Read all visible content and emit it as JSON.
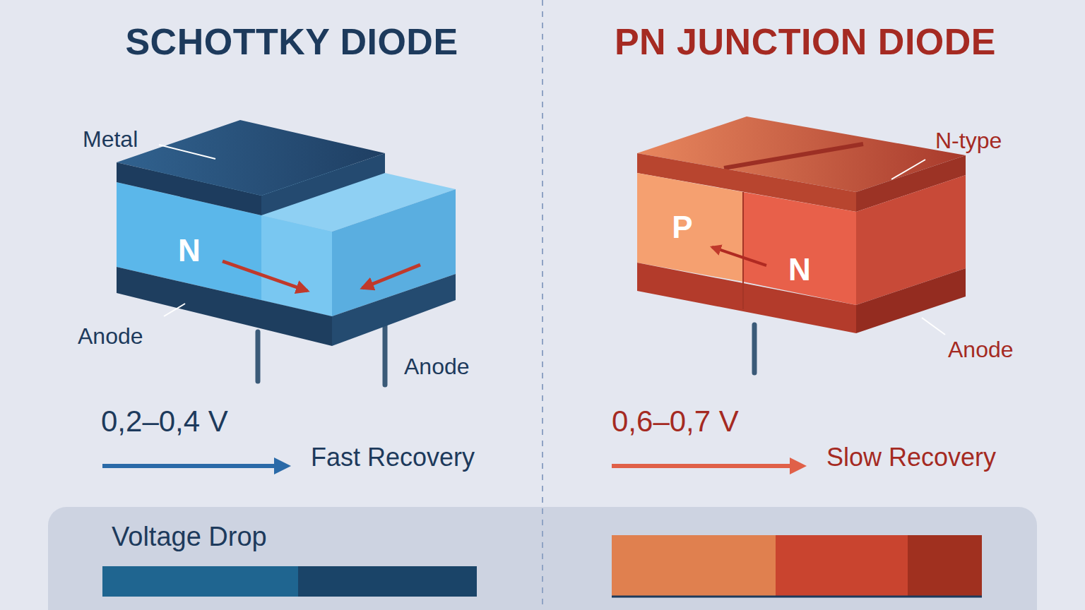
{
  "diagram": {
    "nodes": [
      {
        "text": [
          "N"
        ]
      },
      {
        "text": [
          "P"
        ]
      },
      {
        "text": [
          "N"
        ]
      },
      {
        "text": [
          "Voltage Drop"
        ]
      }
    ],
    "labels": [
      "SCHOTTKY DIODE",
      "PN JUNCTION DIODE",
      "Metal",
      "Anode",
      "Anode",
      "N-type",
      "Anode",
      "0,2–0,4 V",
      "Fast Recovery",
      "0,6–0,7 V",
      "Slow Recovery"
    ]
  }
}
